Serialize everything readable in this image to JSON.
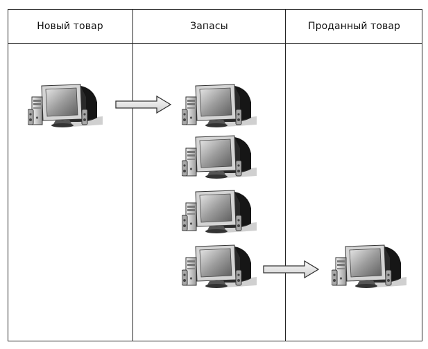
{
  "columns": [
    {
      "label": "Новый товар"
    },
    {
      "label": "Запасы"
    },
    {
      "label": "Проданный товар"
    }
  ],
  "icons": {
    "computer": "desktop-computer-icon",
    "arrow": "right-arrow-icon"
  },
  "colors": {
    "border": "#222222",
    "arrow_fill": "#e8e8e8",
    "monitor_dark": "#3a3a3a",
    "screen": "#9a9a9a"
  }
}
